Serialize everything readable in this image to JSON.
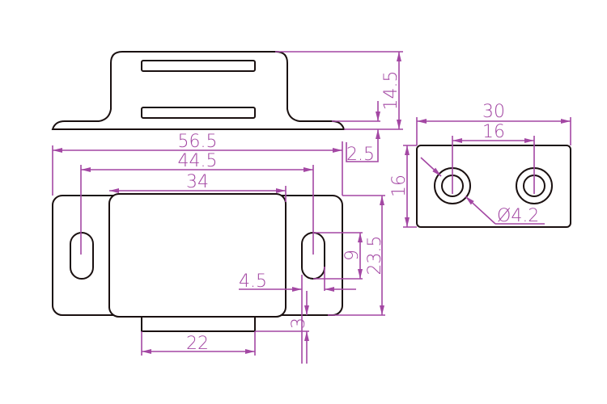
{
  "colors": {
    "outline": "#1a1010",
    "dimension": "#a347a3"
  },
  "top_view": {
    "height_label": "14.5",
    "flange_label": "2.5"
  },
  "front_view": {
    "overall_width_label": "56.5",
    "slot_spacing_label": "44.5",
    "body_width_label": "34",
    "base_width_label": "22",
    "height_label": "23.5",
    "slot_length_label": "9",
    "slot_width_label": "4.5",
    "base_depth_label": "3"
  },
  "side_view": {
    "width_label": "30",
    "hole_spacing_label": "16",
    "height_label": "16",
    "hole_diameter_label": "Ø4.2"
  }
}
